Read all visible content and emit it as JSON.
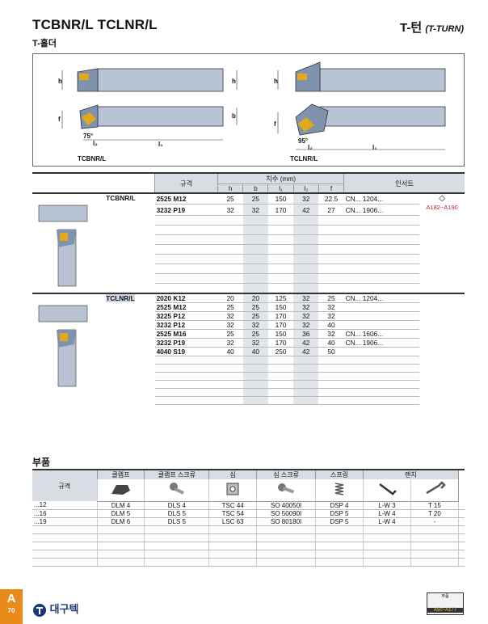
{
  "header": {
    "title": "TCBNR/L   TCLNR/L",
    "brand": "T-턴",
    "brand_sub": "(T-TURN)",
    "subtitle": "T-홀더"
  },
  "diagram": {
    "left_label": "TCBNR/L",
    "right_label": "TCLNR/L",
    "angle_left": "75°",
    "angle_right": "95°",
    "h": "h",
    "b": "b",
    "f": "f",
    "l1": "l₁",
    "l2": "l₂"
  },
  "table": {
    "spec_header": "규격",
    "dims_header": "치수 (mm)",
    "insert_header": "인서트",
    "dim_cols": [
      "h",
      "b",
      "l₁",
      "l₂",
      "f"
    ],
    "groups": [
      {
        "name": "TCBNR/L",
        "ref": "A182~A190",
        "rows": [
          {
            "spec": "2525 M12",
            "h": "25",
            "b": "25",
            "l1": "150",
            "l2": "32",
            "f": "22.5",
            "ins": "CN... 1204..."
          },
          {
            "spec": "3232 P19",
            "h": "32",
            "b": "32",
            "l1": "170",
            "l2": "42",
            "f": "27",
            "ins": "CN... 1906..."
          }
        ],
        "blank": 8
      },
      {
        "name": "TCLNR/L",
        "ref": "",
        "rows": [
          {
            "spec": "2020 K12",
            "h": "20",
            "b": "20",
            "l1": "125",
            "l2": "32",
            "f": "25",
            "ins": "CN... 1204..."
          },
          {
            "spec": "2525 M12",
            "h": "25",
            "b": "25",
            "l1": "150",
            "l2": "32",
            "f": "32",
            "ins": ""
          },
          {
            "spec": "3225 P12",
            "h": "32",
            "b": "25",
            "l1": "170",
            "l2": "32",
            "f": "32",
            "ins": ""
          },
          {
            "spec": "3232 P12",
            "h": "32",
            "b": "32",
            "l1": "170",
            "l2": "32",
            "f": "40",
            "ins": ""
          },
          {
            "spec": "2525 M16",
            "h": "25",
            "b": "25",
            "l1": "150",
            "l2": "36",
            "f": "32",
            "ins": "CN... 1606..."
          },
          {
            "spec": "3232 P19",
            "h": "32",
            "b": "32",
            "l1": "170",
            "l2": "42",
            "f": "40",
            "ins": "CN... 1906..."
          },
          {
            "spec": "4040 S19",
            "h": "40",
            "b": "40",
            "l1": "250",
            "l2": "42",
            "f": "50",
            "ins": ""
          }
        ],
        "blank": 6
      }
    ]
  },
  "parts": {
    "title": "부품",
    "spec_header": "규격",
    "columns": [
      "클램프",
      "클램프 스크류",
      "심",
      "심 스크류",
      "스프링",
      "렌치"
    ],
    "rows": [
      {
        "spec": "...12",
        "c": [
          "DLM 4",
          "DLS 4",
          "TSC 44",
          "SO 40050I",
          "DSP 4",
          "L-W 3",
          "T 15"
        ]
      },
      {
        "spec": "...16",
        "c": [
          "DLM 5",
          "DLS 5",
          "TSC 54",
          "SO 50090I",
          "DSP 5",
          "L-W 4",
          "T 20"
        ]
      },
      {
        "spec": "...19",
        "c": [
          "DLM 6",
          "DLS 5",
          "LSC 63",
          "SO 80180I",
          "DSP 5",
          "L-W 4",
          "-"
        ]
      }
    ],
    "blank": 5
  },
  "footer": {
    "tab_letter": "A",
    "page": "70",
    "logo": "대구텍",
    "corner_ref": "A50~A177",
    "corner_text": "부품"
  }
}
